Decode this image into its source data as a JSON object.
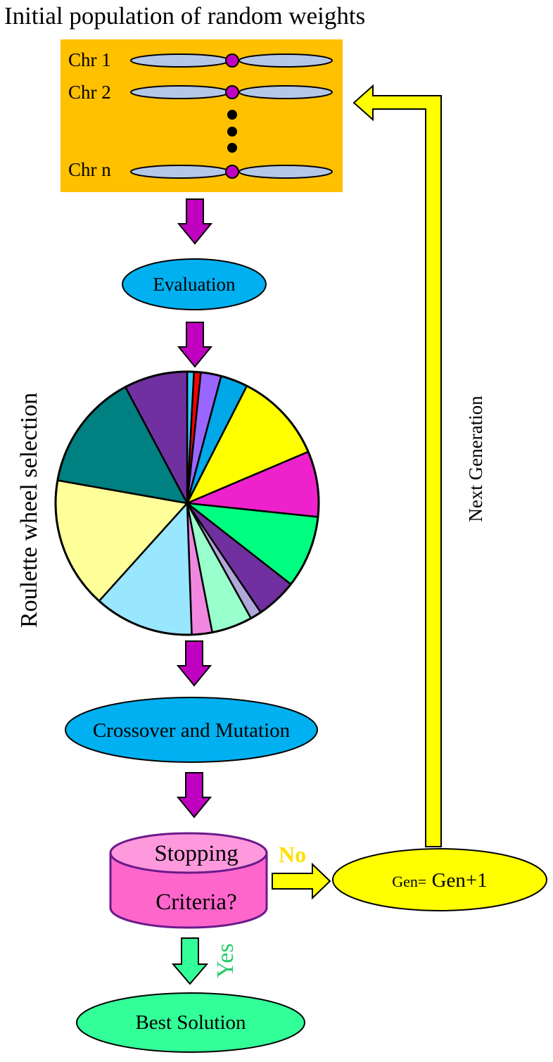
{
  "title": "Initial population of random weights",
  "chromosomes": [
    "Chr 1",
    "Chr 2",
    "Chr n"
  ],
  "steps": {
    "evaluation": "Evaluation",
    "roulette": "Roulette wheel selection",
    "crossover": "Crossover and Mutation",
    "stopping_line1": "Stopping",
    "stopping_line2": "Criteria?",
    "gen_prefix": "Gen=",
    "gen_rest": " Gen+1",
    "best": "Best Solution"
  },
  "labels": {
    "no": "No",
    "yes": "Yes",
    "next_generation": "Next Generation"
  },
  "colors": {
    "population_box": "#ffc000",
    "chromosome": "#b4c7e7",
    "centromere": "#c000c0",
    "down_arrow": "#c000c0",
    "step_ellipse": "#00b0f0",
    "stopping_top": "#ff99dd",
    "stopping_body": "#ff66cc",
    "gen_ellipse": "#ffff00",
    "feedback_arrow": "#ffff00",
    "best_ellipse": "#33ff99",
    "yes_arrow": "#33ff99",
    "no_text": "#ffe000",
    "yes_text": "#22cc66"
  },
  "wheel": {
    "slice_colors": [
      "#33ccff",
      "#ff0000",
      "#9966ff",
      "#00a8e8",
      "#ffff00",
      "#ee22cc",
      "#00ff80",
      "#7030a0",
      "#b0a8d8",
      "#99ffcc",
      "#f088e0",
      "#99e6ff",
      "#ffff99",
      "#008080",
      "#7030a0"
    ]
  }
}
